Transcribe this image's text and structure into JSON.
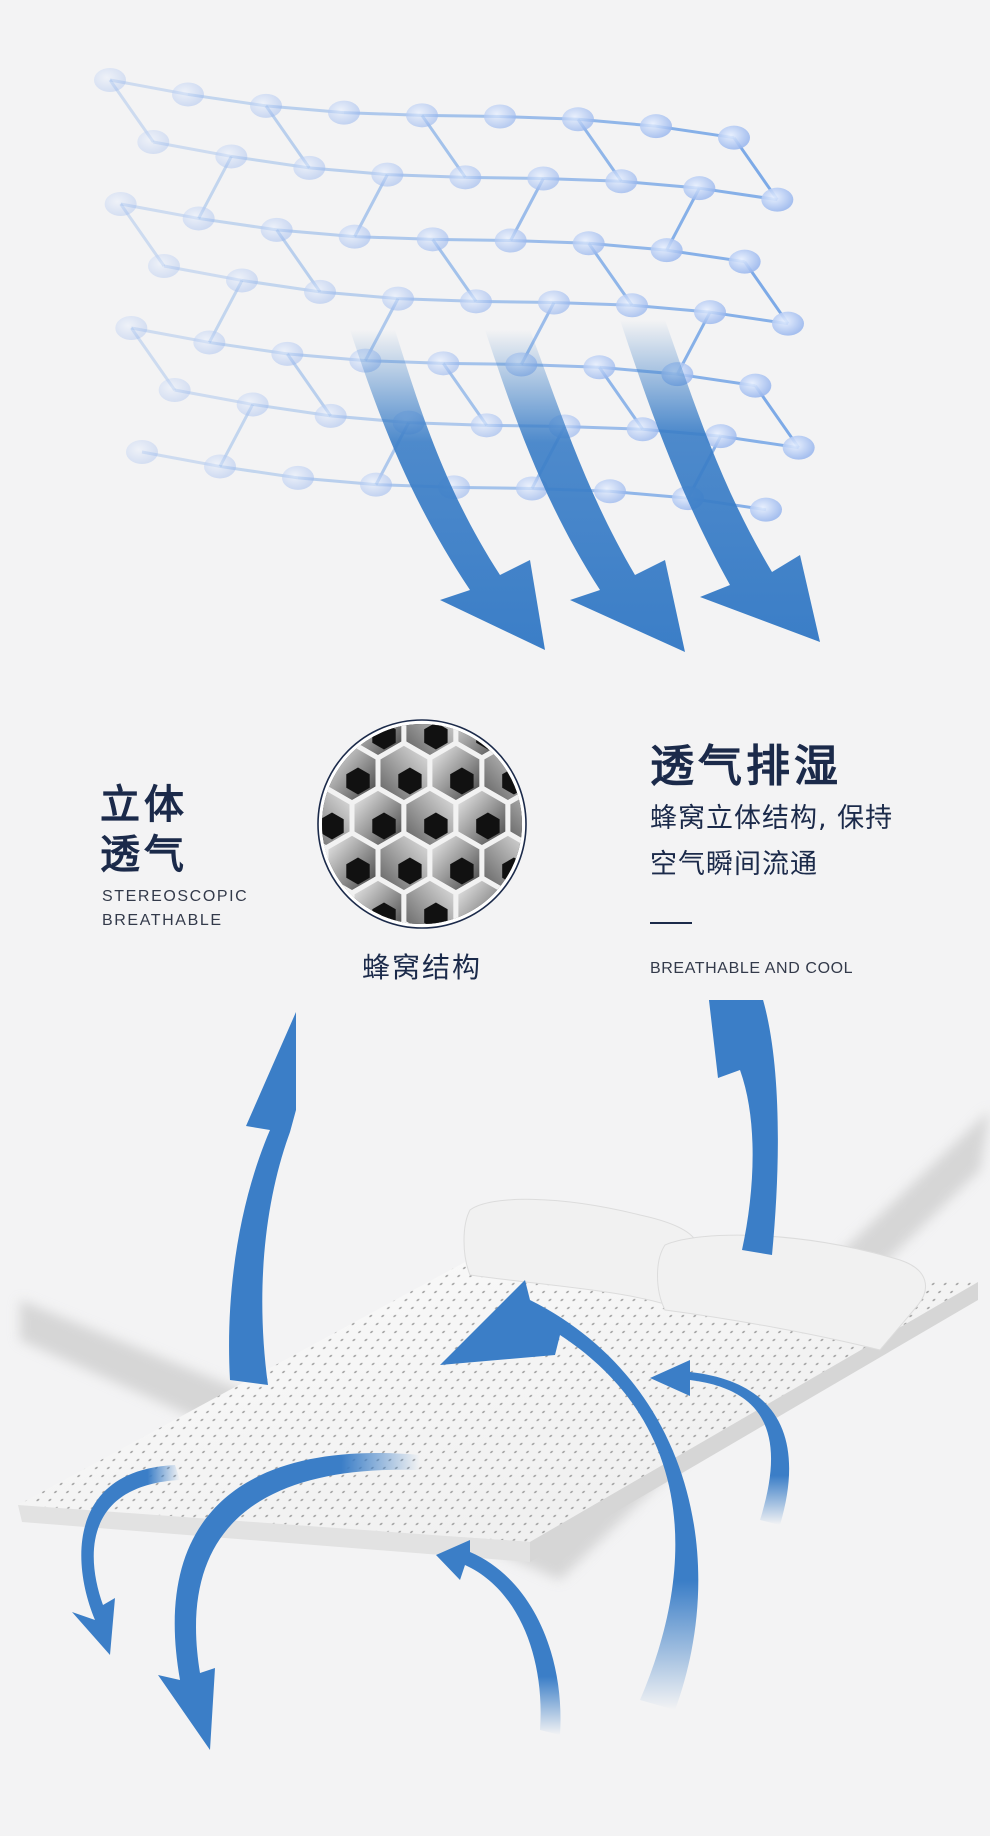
{
  "colors": {
    "accent_blue": "#3b7ec7",
    "dark_navy": "#1b2a4a",
    "background": "#f3f3f4"
  },
  "left_block": {
    "title_line1": "立体",
    "title_line2": "透气",
    "sub_line1": "STEREOSCOPIC",
    "sub_line2": "BREATHABLE"
  },
  "center_block": {
    "caption": "蜂窝结构"
  },
  "right_block": {
    "title": "透气排湿",
    "desc_line1": "蜂窝立体结构, 保持",
    "desc_line2": "空气瞬间流通",
    "footer": "BREATHABLE AND COOL"
  }
}
